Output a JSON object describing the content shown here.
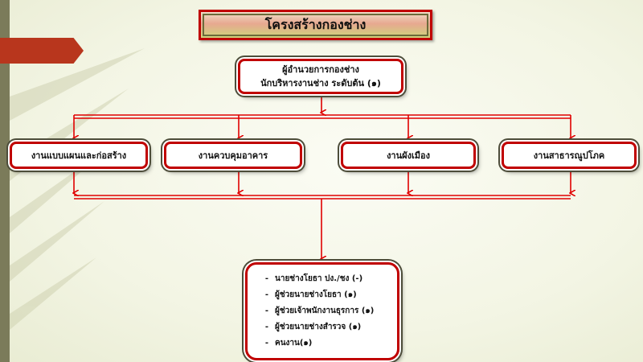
{
  "title": "โครงสร้างกองช่าง",
  "head": {
    "line1": "ผู้อำนวยการกองช่าง",
    "line2": "นักบริหารงานช่าง  ระดับต้น (๑)"
  },
  "departments": [
    "งานแบบแผนและก่อสร้าง",
    "งานควบคุมอาคาร",
    "งานผังเมือง",
    "งานสาธารณูปโภค"
  ],
  "staff": {
    "bullet": "-",
    "items": [
      "นายช่างโยธา  ปง./ชง (-)",
      "ผู้ช่วยนายช่างโยธา (๑)",
      "ผู้ช่วยเจ้าพนักงานธุรการ (๑)",
      "ผู้ช่วยนายช่างสำรวจ (๑)",
      "คนงาน(๑)"
    ]
  },
  "colors": {
    "connector": "#e00000",
    "box_border": "#c00000",
    "accent_tab": "#b8361d"
  }
}
